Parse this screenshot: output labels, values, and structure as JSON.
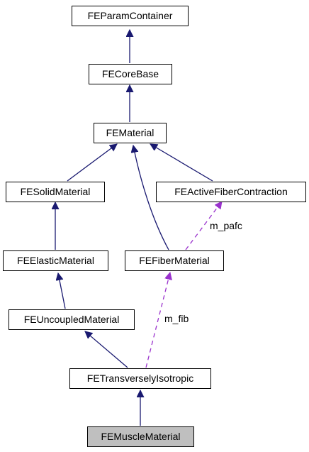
{
  "nodes": {
    "param_container": "FEParamContainer",
    "core_base": "FECoreBase",
    "material": "FEMaterial",
    "solid_material": "FESolidMaterial",
    "active_fiber_contraction": "FEActiveFiberContraction",
    "elastic_material": "FEElasticMaterial",
    "fiber_material": "FEFiberMaterial",
    "uncoupled_material": "FEUncoupledMaterial",
    "transversely_isotropic": "FETransverselyIsotropic",
    "muscle_material": "FEMuscleMaterial"
  },
  "edge_labels": {
    "pafc": "m_pafc",
    "fib": "m_fib"
  },
  "colors": {
    "inheritance_edge": "#191970",
    "usage_edge": "#9a32cd",
    "current_node_fill": "#bfbfbf"
  }
}
